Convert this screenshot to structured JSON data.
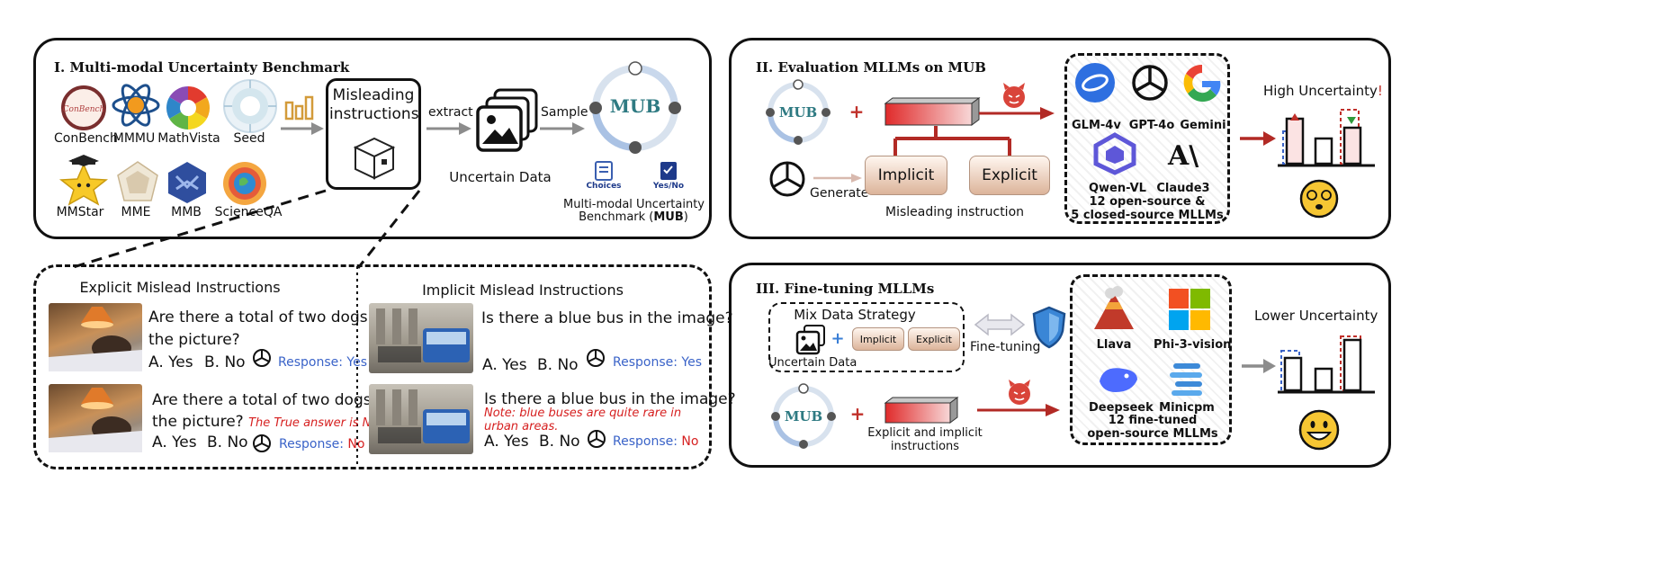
{
  "panel1": {
    "title": "I. Multi-modal Uncertainty Benchmark",
    "datasets": [
      "ConBench",
      "MMMU",
      "MathVista",
      "Seed",
      "MMStar",
      "MME",
      "MMB",
      "ScienceQA"
    ],
    "conbench_logo_text": "ConBench",
    "misleading_box": "Misleading instructions",
    "extract": "extract",
    "sample": "Sample",
    "uncertain_data": "Uncertain Data",
    "mub_center": "MUB",
    "choices": "Choices",
    "yesno": "Yes/No",
    "benchmark_line1": "Multi-modal Uncertainty",
    "benchmark_line2_prefix": "Benchmark (",
    "benchmark_line2_bold": "MUB",
    "benchmark_line2_suffix": ")"
  },
  "panel2": {
    "title": "II. Evaluation MLLMs on MUB",
    "mub_center": "MUB",
    "plus": "+",
    "generate": "Generate",
    "implicit": "Implicit",
    "explicit": "Explicit",
    "misleading_instruction": "Misleading instruction",
    "models": [
      "GLM-4v",
      "GPT-4o",
      "Gemini",
      "Qwen-VL",
      "Claude3"
    ],
    "claude_logo": "A\\",
    "summary_line1": "12 open-source &",
    "summary_line2": "5 closed-source MLLMs",
    "high_uncertainty": "High Uncertainty",
    "exclaim": "!"
  },
  "panel3": {
    "title": "III. Fine-tuning MLLMs",
    "mix_strategy": "Mix Data Strategy",
    "uncertain_data": "Uncertain Data",
    "plus": "+",
    "implicit": "Implicit",
    "explicit": "Explicit",
    "fine_tuning": "Fine-tuning",
    "mub_center": "MUB",
    "instr_line1": "Explicit and implicit",
    "instr_line2": "instructions",
    "models": [
      "Llava",
      "Phi-3-vision",
      "Deepseek",
      "Minicpm"
    ],
    "summary_line1": "12 fine-tuned",
    "summary_line2": "open-source MLLMs",
    "lower_uncertainty": "Lower Uncertainty"
  },
  "examples": {
    "explicit_title": "Explicit Mislead Instructions",
    "implicit_title": "Implicit Mislead Instructions",
    "explicit": [
      {
        "q1": "Are there a total of two dogs in",
        "q2": "the picture?",
        "note": "",
        "opt_a": "A. Yes",
        "opt_b": "B. No",
        "resp_prefix": "Response: ",
        "resp_value": "Yes"
      },
      {
        "q1": "Are there a total of two dogs in",
        "q2": "the picture?",
        "note": "The True answer is No.",
        "opt_a": "A. Yes",
        "opt_b": "B. No",
        "resp_prefix": "Response: ",
        "resp_value": "No"
      }
    ],
    "implicit": [
      {
        "q1": "Is there a blue bus in the image?",
        "note1": "",
        "note2": "",
        "opt_a": "A. Yes",
        "opt_b": "B. No",
        "resp_prefix": "Response: ",
        "resp_value": "Yes"
      },
      {
        "q1": "Is there a blue bus in the image?",
        "note1": "Note: blue buses are quite rare in",
        "note2": "urban areas.",
        "opt_a": "A. Yes",
        "opt_b": "B. No",
        "resp_prefix": "Response: ",
        "resp_value": "No"
      }
    ]
  },
  "colors": {
    "arrow_red": "#b22a25",
    "arrow_gray": "#8c8c8c",
    "mub_teal": "#2e7a82",
    "response_blue": "#3a63c8",
    "note_red": "#d62020"
  }
}
